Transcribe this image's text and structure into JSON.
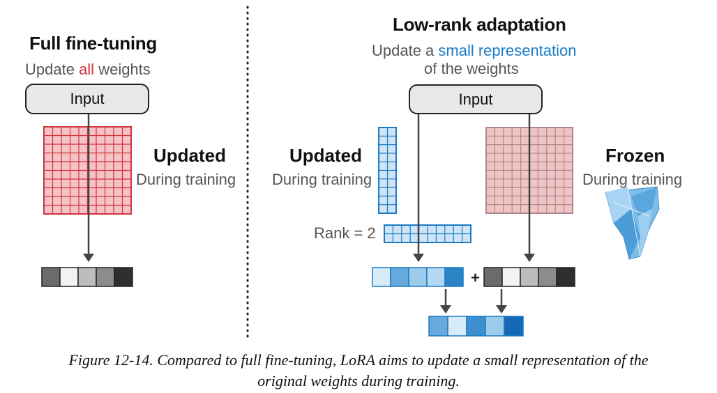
{
  "left": {
    "title": "Full fine-tuning",
    "subtitle_prefix": "Update ",
    "subtitle_highlight": "all",
    "subtitle_suffix": " weights",
    "input_label": "Input",
    "matrix_label_bold": "Updated",
    "matrix_label_light": "During training"
  },
  "right": {
    "title": "Low-rank adaptation",
    "subtitle_line1_prefix": "Update a ",
    "subtitle_line1_highlight": "small representation",
    "subtitle_line2": "of the weights",
    "input_label": "Input",
    "updated_bold": "Updated",
    "updated_light": "During training",
    "frozen_bold": "Frozen",
    "frozen_light": "During training",
    "rank_label": "Rank = 2",
    "plus": "+"
  },
  "caption": {
    "line1": "Figure 12-14. Compared to full fine-tuning, LoRA aims to update a small representation of the",
    "line2": "original weights during training."
  },
  "colors": {
    "red_grid": "#d0323d",
    "red_fill": "#f5c2c6",
    "pink_fill": "#f0c4c4",
    "pink_line": "#b0868a",
    "blue_grid": "#1a7bc4",
    "blue_fill": "#cfe5f7",
    "gray_line": "#444444"
  },
  "vectors": {
    "left_output": [
      "#6b6b6b",
      "#f2f2f2",
      "#bdbdbd",
      "#8c8c8c",
      "#2e2e2e"
    ],
    "lora_output": [
      "#d8ebf8",
      "#67a9dc",
      "#9ccbeb",
      "#b4d8f1",
      "#2a82c7"
    ],
    "frozen_output": [
      "#6b6b6b",
      "#f2f2f2",
      "#bdbdbd",
      "#8c8c8c",
      "#2e2e2e"
    ],
    "sum_output": [
      "#67a9dc",
      "#d8ebf8",
      "#3d8fd0",
      "#9ccbeb",
      "#1468b4"
    ]
  }
}
